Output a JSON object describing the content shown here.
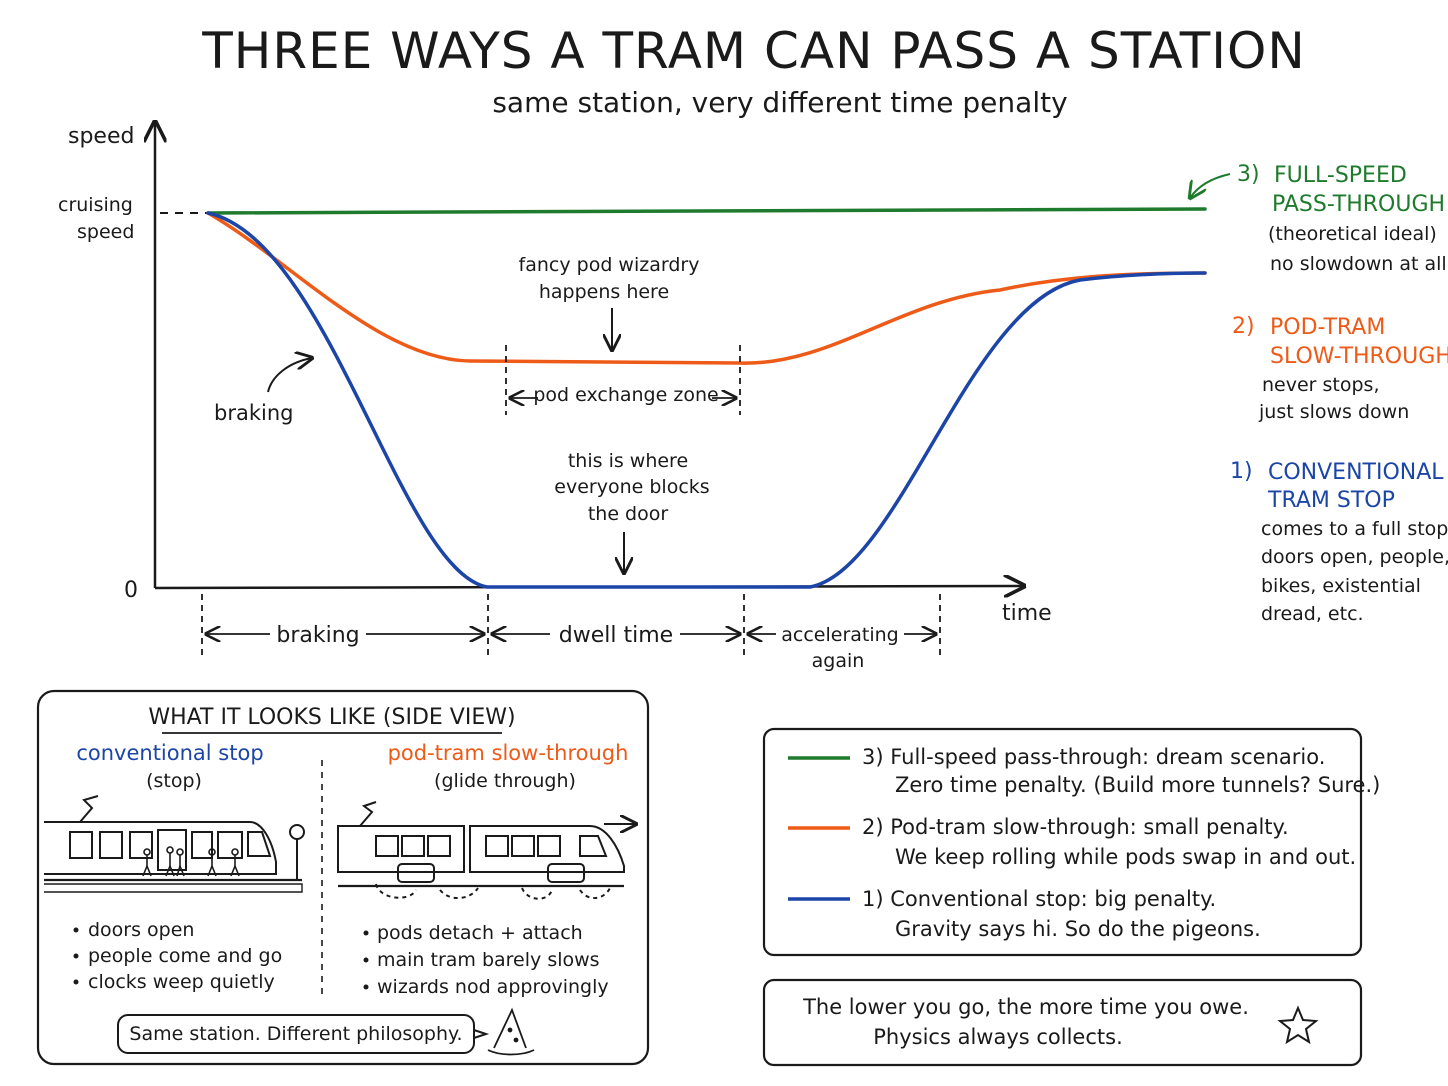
{
  "title": "THREE WAYS A TRAM CAN PASS A STATION",
  "subtitle": "same station, very different time penalty",
  "colors": {
    "green": "#1e7a2c",
    "orange": "#ee5a17",
    "blue": "#1c45a8",
    "ink": "#1a1a1a"
  },
  "axes": {
    "y_label": "speed",
    "cruising_label": [
      "cruising",
      "speed"
    ],
    "zero_label": "0",
    "x_label": "time"
  },
  "annotations": {
    "braking": "braking",
    "pod_wizardry": [
      "fancy pod wizardry",
      "happens here"
    ],
    "pod_zone": "pod exchange zone",
    "door_block": [
      "this is where",
      "everyone blocks",
      "the door"
    ]
  },
  "phases": {
    "braking": "braking",
    "dwell": "dwell time",
    "accelerating": [
      "accelerating",
      "again"
    ]
  },
  "side_legend": [
    {
      "num": "3)",
      "title": [
        "FULL-SPEED",
        "PASS-THROUGH"
      ],
      "desc": [
        "(theoretical ideal)",
        "no slowdown at all"
      ]
    },
    {
      "num": "2)",
      "title": [
        "POD-TRAM",
        "SLOW-THROUGH"
      ],
      "desc": [
        "never stops,",
        "just slows down"
      ]
    },
    {
      "num": "1)",
      "title": [
        "CONVENTIONAL",
        "TRAM STOP"
      ],
      "desc": [
        "comes to a full stop,",
        "doors open, people,",
        "bikes, existential",
        "dread, etc."
      ]
    }
  ],
  "side_view": {
    "title": "WHAT IT LOOKS LIKE (SIDE VIEW)",
    "left_title": "conventional stop",
    "left_sub": "(stop)",
    "left_bullets": [
      "doors open",
      "people come and go",
      "clocks weep quietly"
    ],
    "right_title": "pod-tram slow-through",
    "right_sub": "(glide through)",
    "right_bullets": [
      "pods detach + attach",
      "main tram barely slows",
      "wizards nod approvingly"
    ],
    "caption": "Same station. Different philosophy."
  },
  "legend_box": [
    {
      "line1": "3) Full-speed pass-through: dream scenario.",
      "line2": "Zero time penalty. (Build more tunnels? Sure.)"
    },
    {
      "line1": "2) Pod-tram slow-through: small penalty.",
      "line2": "We keep rolling while pods swap in and out."
    },
    {
      "line1": "1) Conventional stop: big penalty.",
      "line2": "Gravity says hi.  So do the pigeons."
    }
  ],
  "footer": {
    "line1": "The lower you go, the more time you owe.",
    "line2": "Physics always collects."
  }
}
